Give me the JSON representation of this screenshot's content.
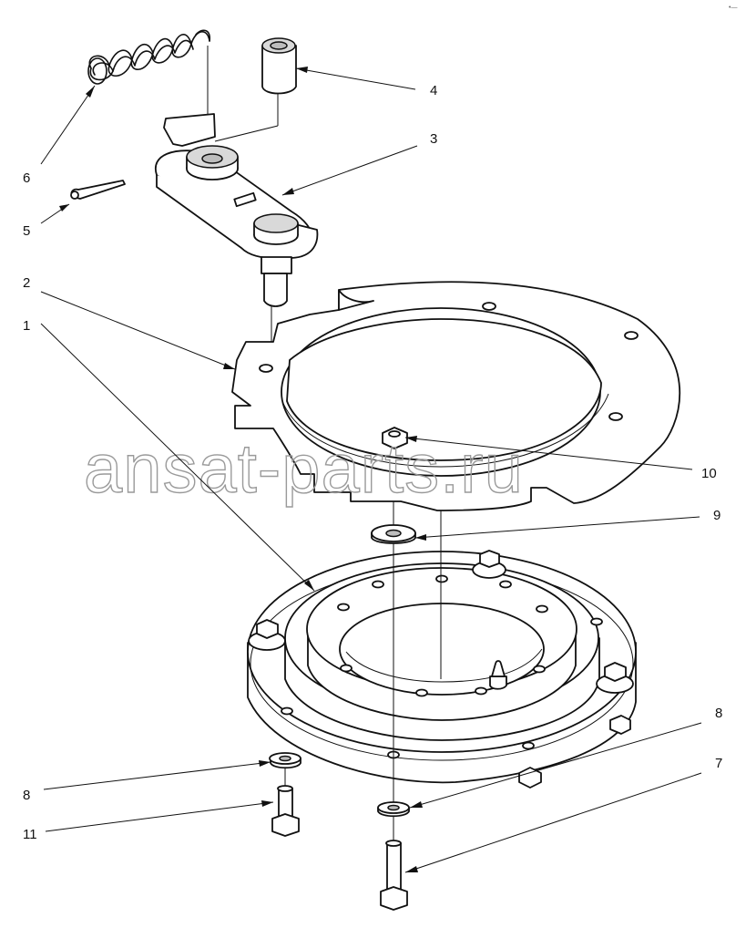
{
  "diagram": {
    "callouts": [
      {
        "id": "c1",
        "label": "1"
      },
      {
        "id": "c2",
        "label": "2"
      },
      {
        "id": "c3",
        "label": "3"
      },
      {
        "id": "c4",
        "label": "4"
      },
      {
        "id": "c5",
        "label": "5"
      },
      {
        "id": "c6",
        "label": "6"
      },
      {
        "id": "c7",
        "label": "7"
      },
      {
        "id": "c8a",
        "label": "8"
      },
      {
        "id": "c8b",
        "label": "8"
      },
      {
        "id": "c9",
        "label": "9"
      },
      {
        "id": "c10",
        "label": "10"
      },
      {
        "id": "c11",
        "label": "11"
      }
    ],
    "watermark": "ansat-parts.ru",
    "corner_mark": "•—"
  }
}
